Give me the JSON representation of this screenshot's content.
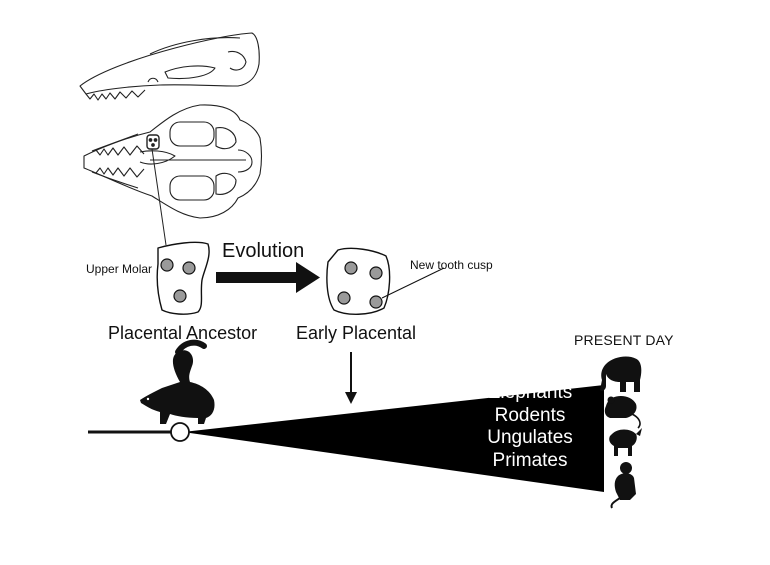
{
  "labels": {
    "upper_molar": "Upper Molar",
    "evolution": "Evolution",
    "new_tooth_cusp": "New tooth cusp",
    "placental_ancestor": "Placental Ancestor",
    "early_placental": "Early Placental",
    "present_day": "PRESENT DAY"
  },
  "lineages": [
    {
      "name": "Elephants",
      "icon": "elephant-icon"
    },
    {
      "name": "Rodents",
      "icon": "rodent-icon"
    },
    {
      "name": "Ungulates",
      "icon": "ungulate-icon"
    },
    {
      "name": "Primates",
      "icon": "primate-icon"
    }
  ],
  "molars": {
    "ancestor_cusps": 3,
    "early_placental_cusps": 4
  },
  "colors": {
    "ink": "#111111",
    "cusp_fill": "#9a9a9a",
    "background": "#ffffff"
  }
}
